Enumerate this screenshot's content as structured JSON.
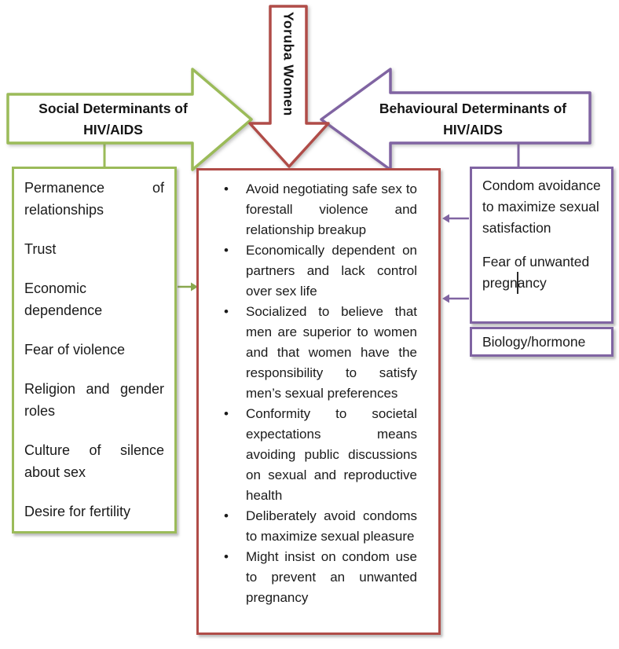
{
  "diagram": {
    "yoruba_arrow": {
      "label": "Yoruba Women"
    },
    "social_arrow": {
      "label": "Social Determinants of HIV/AIDS"
    },
    "behavioural_arrow": {
      "label": "Behavioural Determinants of HIV/AIDS"
    },
    "social_box": {
      "items": [
        "Permanence of relationships",
        "Trust",
        "Economic dependence",
        "Fear of violence",
        "Religion and gender roles",
        "Culture of silence about sex",
        "Desire for fertility"
      ]
    },
    "center_box": {
      "bullet": "•",
      "items": [
        "Avoid negotiating safe sex to forestall violence and relationship breakup",
        "Economically dependent on partners and lack control over sex life",
        "Socialized to believe that men are superior to women and that women have the responsibility to satisfy men’s sexual preferences",
        "Conformity to societal expectations means avoiding public discussions on sexual and reproductive health",
        "Deliberately avoid condoms to maximize sexual pleasure",
        "Might insist on condom use to prevent an unwanted pregnancy"
      ]
    },
    "behavioural_box": {
      "items": [
        "Condom avoidance to maximize sexual satisfaction",
        "Fear of unwanted pregnancy"
      ]
    },
    "biology_box": {
      "label": "Biology/hormone"
    },
    "colors": {
      "green": "#9BBB59",
      "red": "#B04C48",
      "purple": "#8064A2",
      "background": "#FFFFFF",
      "text": "#1A1A1A"
    }
  }
}
